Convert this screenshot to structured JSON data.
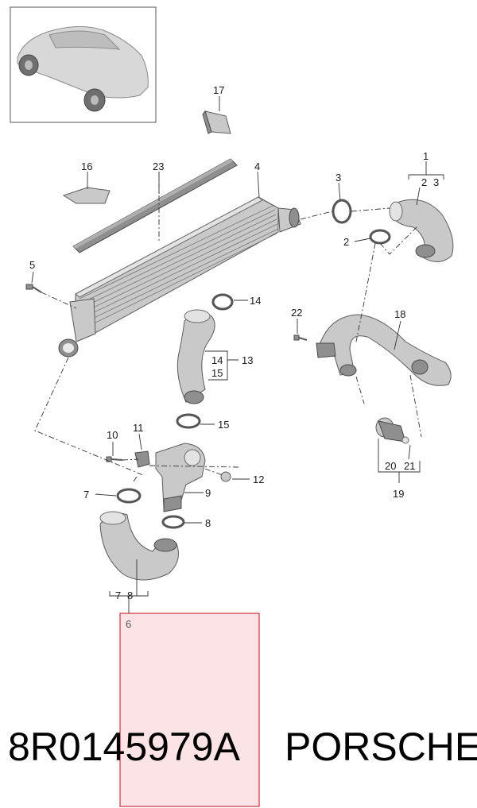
{
  "diagram": {
    "callouts": {
      "c1": "1",
      "c2a": "2",
      "c3a": "3",
      "c2": "2",
      "c3": "3",
      "c4": "4",
      "c5": "5",
      "c6": "6",
      "c7a": "7",
      "c8a": "8",
      "c7": "7",
      "c8": "8",
      "c9": "9",
      "c10": "10",
      "c11": "11",
      "c12": "12",
      "c13": "13",
      "c14a": "14",
      "c15a": "15",
      "c14": "14",
      "c15": "15",
      "c16": "16",
      "c17": "17",
      "c18": "18",
      "c19": "19",
      "c20": "20",
      "c21": "21",
      "c22": "22",
      "c23": "23"
    },
    "highlight_color": "#fbe3e6",
    "highlight_border": "#c8323c"
  },
  "caption": {
    "part_number": "8R0145979A",
    "brand": "PORSCHE"
  }
}
